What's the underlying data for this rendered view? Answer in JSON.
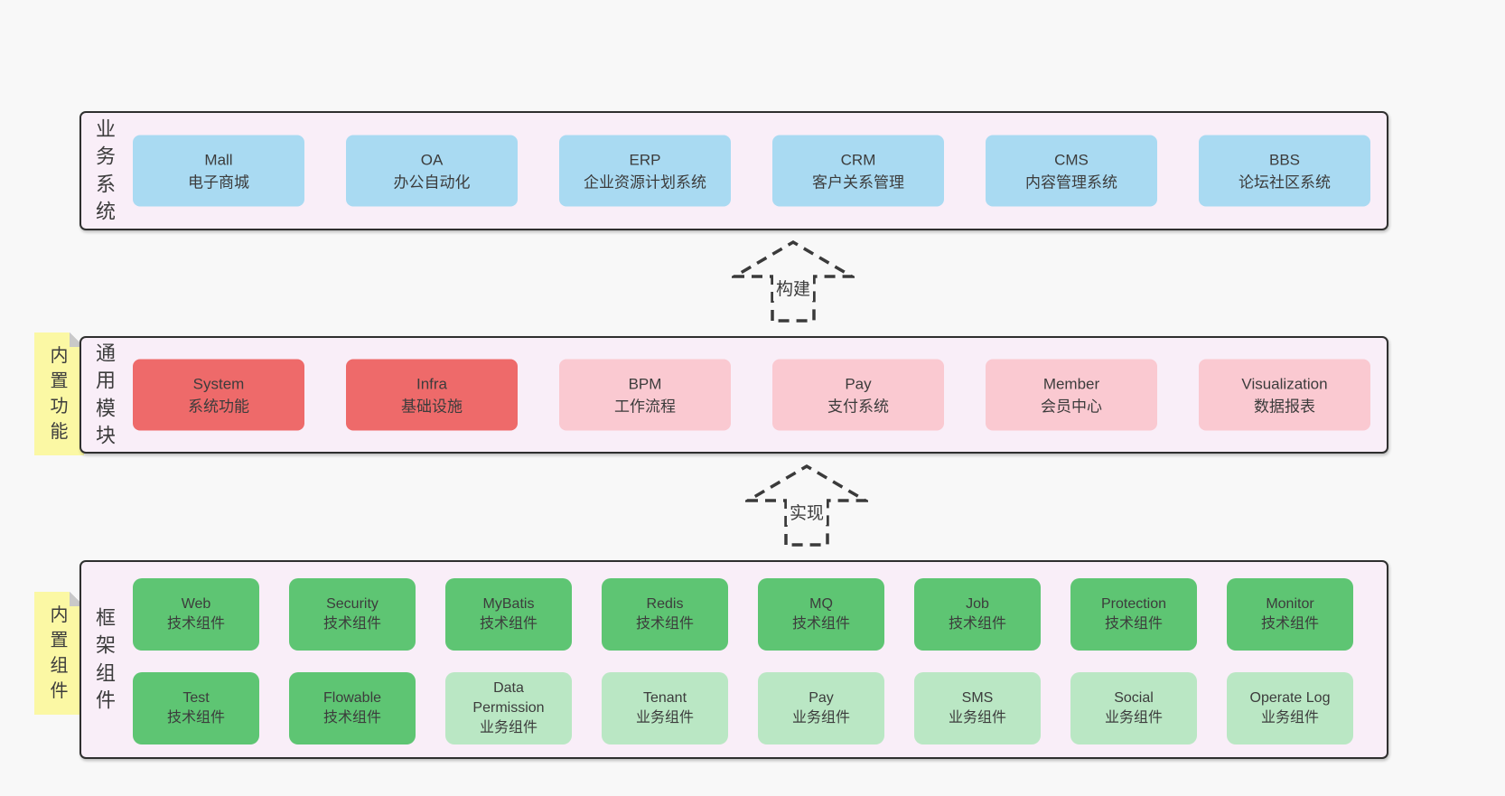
{
  "colors": {
    "page-bg": "#f8f8f8",
    "layer-bg": "#f9eef8",
    "layer-border": "#2f2f2f",
    "text": "#3c3c3c",
    "box-blue": "#a9daf2",
    "box-red": "#ee6a6a",
    "box-pink": "#fac9d1",
    "box-green": "#5ec573",
    "box-green-light": "#bae7c4",
    "sticky-yellow": "#fbf8a4",
    "sticky-fold": "#c9c9c9",
    "arrow-stroke": "#3a3a3a"
  },
  "layers": [
    {
      "label": "业务系统",
      "boxes": [
        {
          "title": "Mall",
          "subtitle": "电子商城"
        },
        {
          "title": "OA",
          "subtitle": "办公自动化"
        },
        {
          "title": "ERP",
          "subtitle": "企业资源计划系统"
        },
        {
          "title": "CRM",
          "subtitle": "客户关系管理"
        },
        {
          "title": "CMS",
          "subtitle": "内容管理系统"
        },
        {
          "title": "BBS",
          "subtitle": "论坛社区系统"
        }
      ]
    },
    {
      "label": "通用模块",
      "tag": "内置功能",
      "boxes": [
        {
          "title": "System",
          "subtitle": "系统功能"
        },
        {
          "title": "Infra",
          "subtitle": "基础设施"
        },
        {
          "title": "BPM",
          "subtitle": "工作流程"
        },
        {
          "title": "Pay",
          "subtitle": "支付系统"
        },
        {
          "title": "Member",
          "subtitle": "会员中心"
        },
        {
          "title": "Visualization",
          "subtitle": "数据报表"
        }
      ]
    },
    {
      "label": "框架组件",
      "tag": "内置组件",
      "rows": [
        [
          {
            "title": "Web",
            "subtitle": "技术组件"
          },
          {
            "title": "Security",
            "subtitle": "技术组件"
          },
          {
            "title": "MyBatis",
            "subtitle": "技术组件"
          },
          {
            "title": "Redis",
            "subtitle": "技术组件"
          },
          {
            "title": "MQ",
            "subtitle": "技术组件"
          },
          {
            "title": "Job",
            "subtitle": "技术组件"
          },
          {
            "title": "Protection",
            "subtitle": "技术组件"
          },
          {
            "title": "Monitor",
            "subtitle": "技术组件"
          }
        ],
        [
          {
            "title": "Test",
            "subtitle": "技术组件"
          },
          {
            "title": "Flowable",
            "subtitle": "技术组件"
          },
          {
            "title": "Data Permission",
            "subtitle": "业务组件"
          },
          {
            "title": "Tenant",
            "subtitle": "业务组件"
          },
          {
            "title": "Pay",
            "subtitle": "业务组件"
          },
          {
            "title": "SMS",
            "subtitle": "业务组件"
          },
          {
            "title": "Social",
            "subtitle": "业务组件"
          },
          {
            "title": "Operate Log",
            "subtitle": "业务组件"
          }
        ]
      ]
    }
  ],
  "arrows": [
    {
      "label": "构建"
    },
    {
      "label": "实现"
    }
  ]
}
